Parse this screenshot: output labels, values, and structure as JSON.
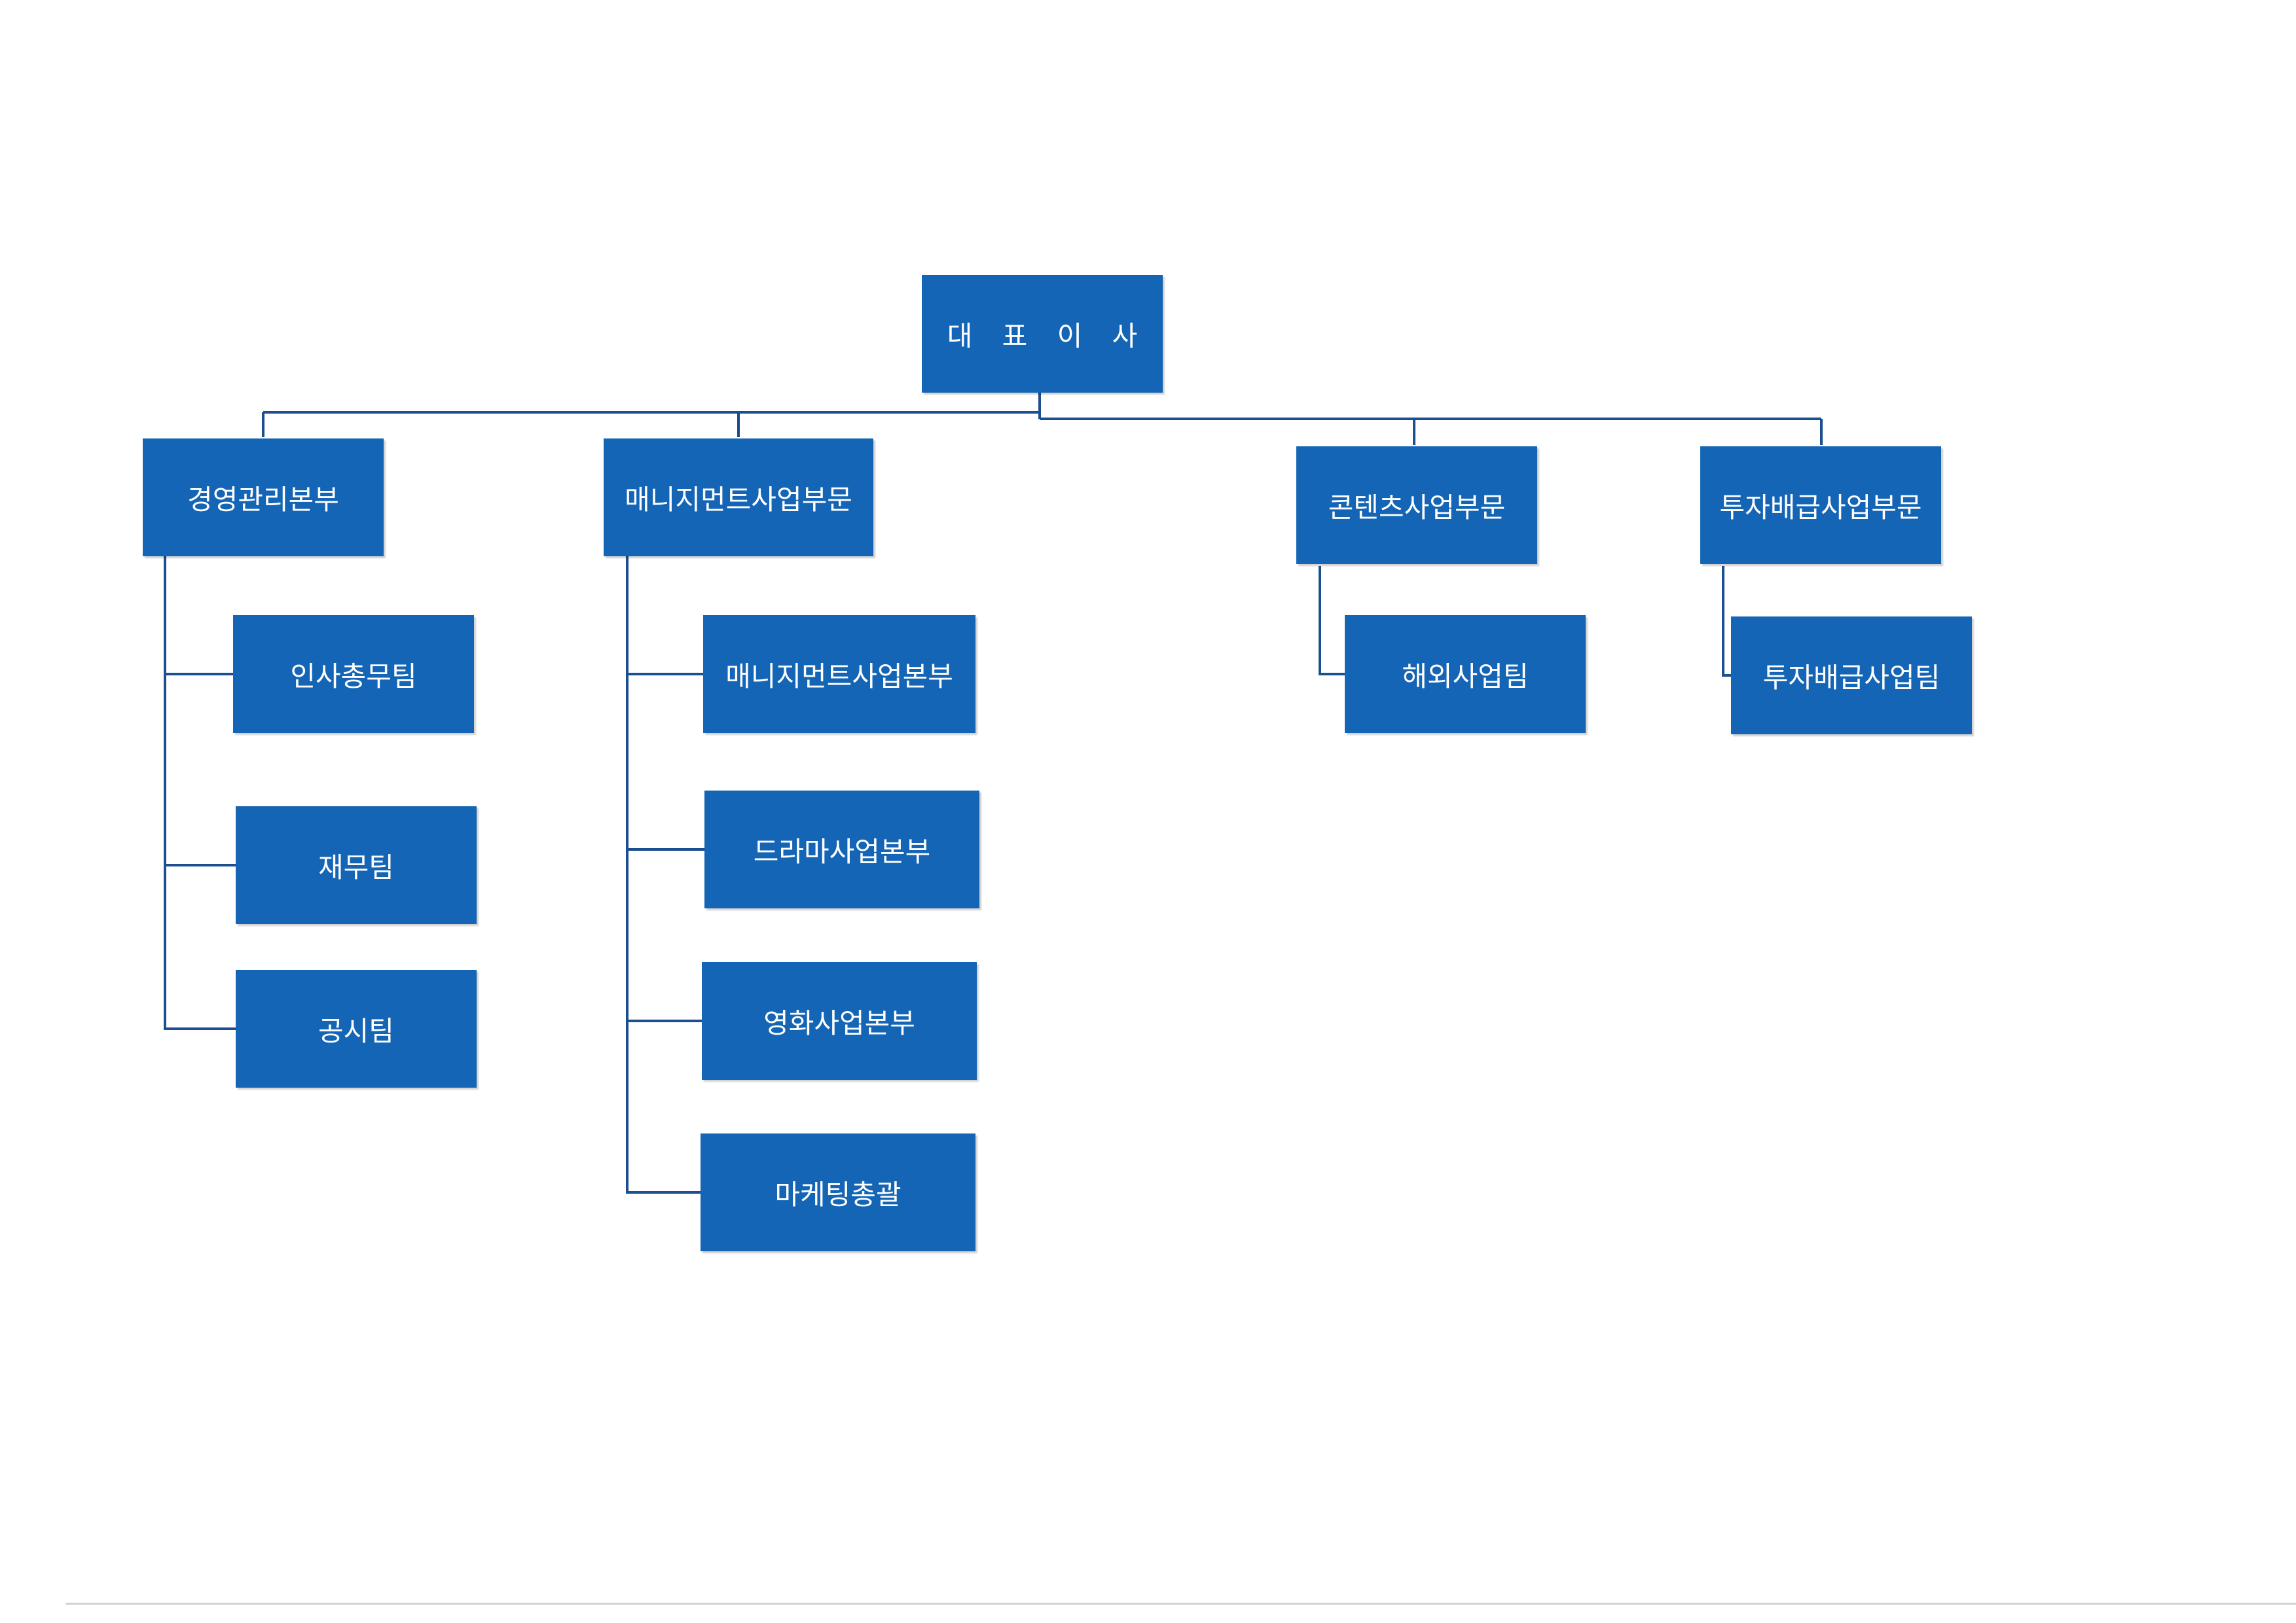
{
  "colors": {
    "box_fill": "#1465b5",
    "box_text": "#ffffff",
    "connector": "#1b4f8f"
  },
  "chart": {
    "root": "대 표 이 사",
    "divisions": [
      {
        "label": "경영관리본부",
        "teams": [
          "인사총무팀",
          "재무팀",
          "공시팀"
        ]
      },
      {
        "label": "매니지먼트사업부문",
        "teams": [
          "매니지먼트사업본부",
          "드라마사업본부",
          "영화사업본부",
          "마케팅총괄"
        ]
      },
      {
        "label": "콘텐츠사업부문",
        "teams": [
          "해외사업팀"
        ]
      },
      {
        "label": "투자배급사업부문",
        "teams": [
          "투자배급사업팀"
        ]
      }
    ]
  }
}
